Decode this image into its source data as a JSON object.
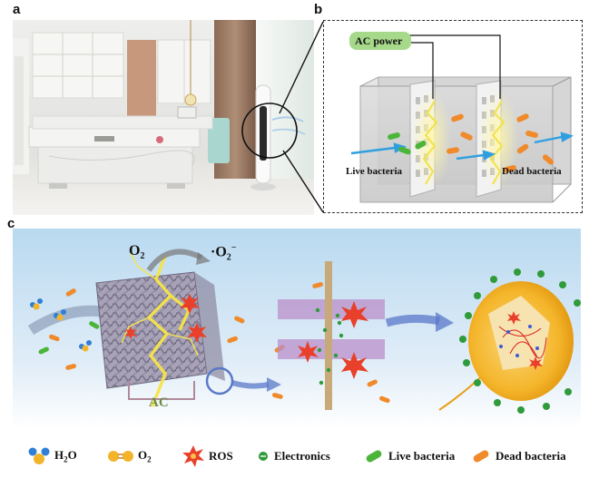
{
  "panels": {
    "a": {
      "letter": "a"
    },
    "b": {
      "letter": "b",
      "ac_power": "AC power",
      "live_bacteria": "Live bacteria",
      "dead_bacteria": "Dead bacteria"
    },
    "c": {
      "letter": "c",
      "o2": "O",
      "o2_sub": "2",
      "superoxide_prefix": "·O",
      "superoxide_sub": "2",
      "superoxide_sup": "−",
      "ac": "AC"
    }
  },
  "legend": {
    "items": [
      {
        "icon": "water-molecule-icon",
        "label": "H",
        "sub": "2",
        "rest": "O"
      },
      {
        "icon": "oxygen-molecule-icon",
        "label": "O",
        "sub": "2",
        "rest": ""
      },
      {
        "icon": "ros-burst-icon",
        "label": "ROS",
        "sub": "",
        "rest": ""
      },
      {
        "icon": "electron-icon",
        "label": "Electronics",
        "sub": "",
        "rest": ""
      },
      {
        "icon": "live-bacterium-icon",
        "label": "Live bacteria",
        "sub": "",
        "rest": ""
      },
      {
        "icon": "dead-bacterium-icon",
        "label": "Dead bacteria",
        "sub": "",
        "rest": ""
      }
    ]
  },
  "colors": {
    "accent_yellow": "#f2e24a",
    "live_green": "#4bb53a",
    "dead_orange": "#f08a2a",
    "ros_red": "#e8402a",
    "arrow_blue": "#2f9fe0",
    "ac_label_green": "#a6d98a"
  }
}
